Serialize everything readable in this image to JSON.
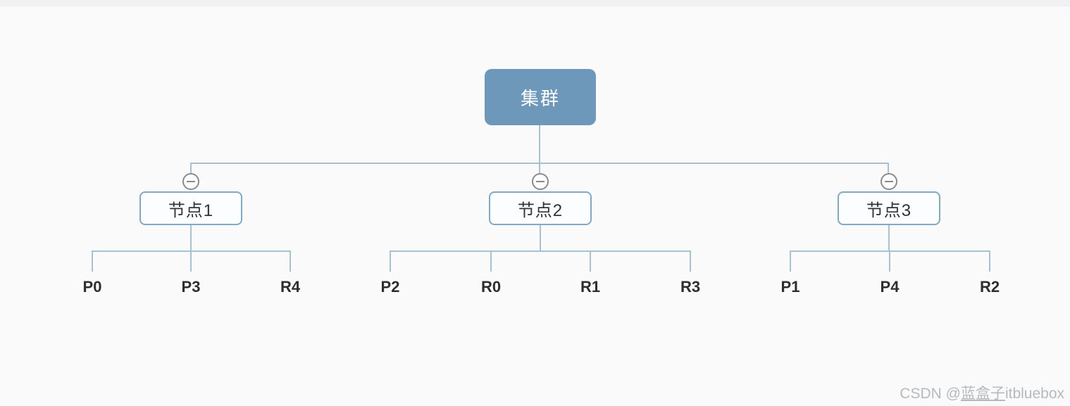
{
  "page": {
    "background": "#fafafa",
    "top_strip_color": "#f1f1f3"
  },
  "colors": {
    "root_fill": "#6d98ba",
    "root_text": "#ffffff",
    "node_border": "#7fa9c6",
    "node_fill": "#fcfdfe",
    "node_text": "#32323a",
    "connector": "#a6c0d4",
    "collapse_icon_stroke": "#8b8b8b",
    "leaf_text": "#2d2d32",
    "watermark_text": "#b6babe"
  },
  "tree": {
    "root": {
      "label": "集群"
    },
    "nodes": [
      {
        "label": "节点1",
        "collapse_icon": "minus",
        "children": [
          "P0",
          "P3",
          "R4"
        ]
      },
      {
        "label": "节点2",
        "collapse_icon": "minus",
        "children": [
          "P2",
          "R0",
          "R1",
          "R3"
        ]
      },
      {
        "label": "节点3",
        "collapse_icon": "minus",
        "children": [
          "P1",
          "P4",
          "R2"
        ]
      }
    ]
  },
  "watermark": {
    "prefix": "CSDN @",
    "handle": "蓝盒子",
    "suffix": "itbluebox"
  }
}
